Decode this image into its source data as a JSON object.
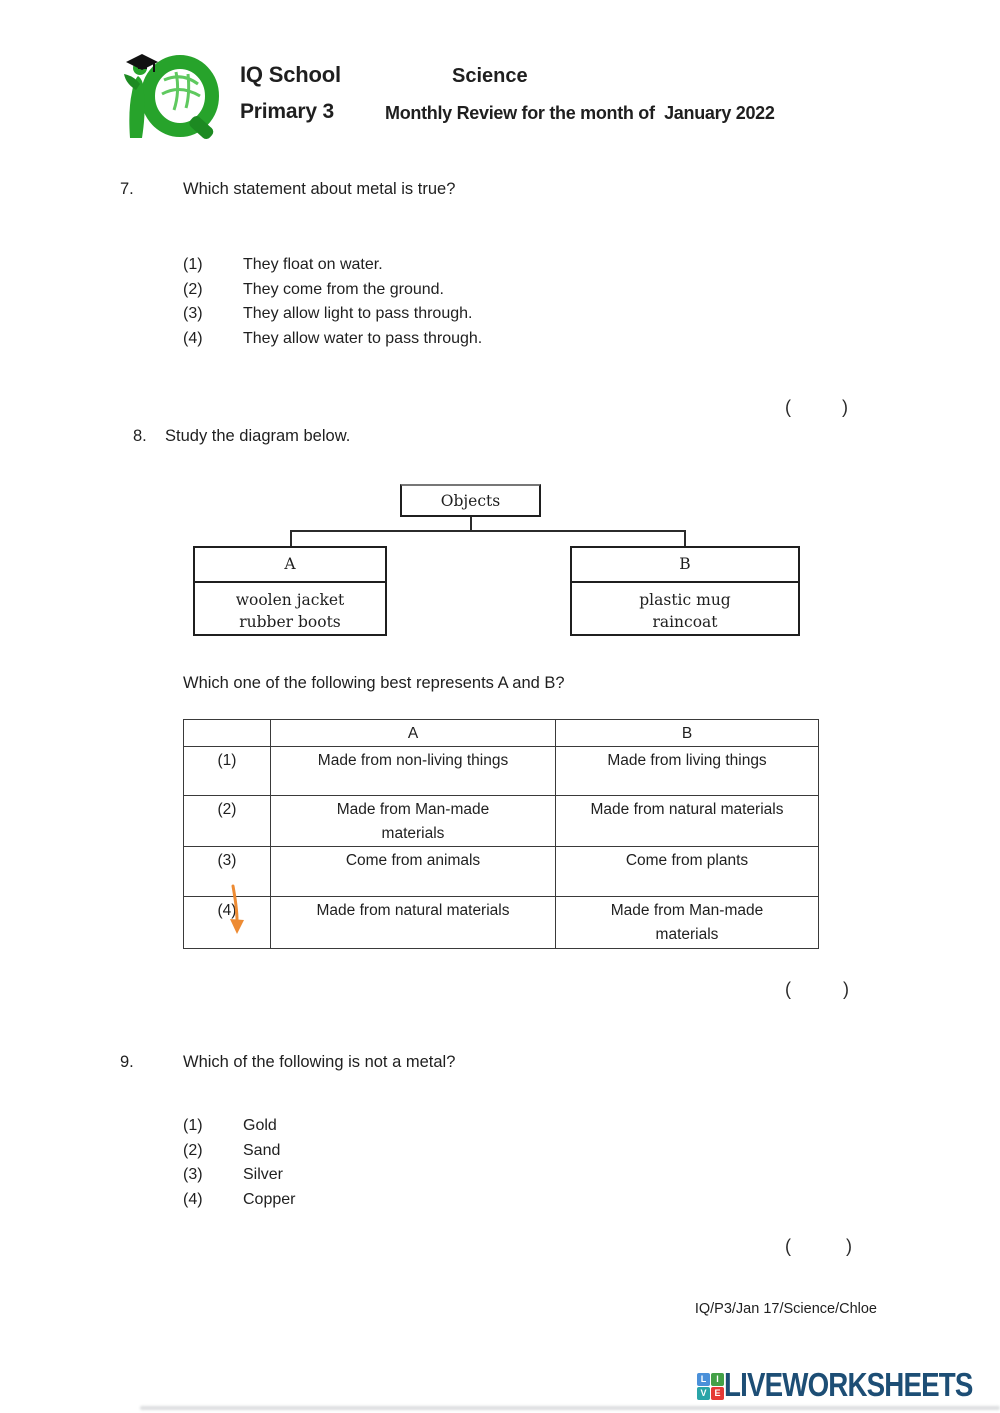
{
  "colors": {
    "text": "#1f1f1f",
    "logo_green": "#27a32b",
    "logo_green_dark": "#1d8a22",
    "arrow_orange": "#ed8b33",
    "brand_navy": "#1d4e75",
    "table_border": "#3a3a3a"
  },
  "header": {
    "school_name": "IQ School",
    "grade": "Primary 3",
    "subject": "Science",
    "review_title": "Monthly Review for the month of  January 2022"
  },
  "q7": {
    "number": "7.",
    "text": "Which statement about metal is true?",
    "options": [
      {
        "num": "(1)",
        "text": "They float on water."
      },
      {
        "num": "(2)",
        "text": "They come from the ground."
      },
      {
        "num": "(3)",
        "text": "They allow light to pass through."
      },
      {
        "num": "(4)",
        "text": "They allow water to pass through."
      }
    ],
    "bracket_open": "(",
    "bracket_close": ")"
  },
  "q8": {
    "number": "8.",
    "intro": "Study the diagram below.",
    "diagram": {
      "root_label": "Objects",
      "box_a": {
        "label": "A",
        "line1": "woolen jacket",
        "line2": "rubber boots"
      },
      "box_b": {
        "label": "B",
        "line1": "plastic mug",
        "line2": "raincoat"
      }
    },
    "question": "Which one of the following best represents A and B?",
    "table": {
      "headers": [
        "",
        "A",
        "B"
      ],
      "rows": [
        [
          "(1)",
          "Made from non-living things",
          "Made from living things"
        ],
        [
          "(2)",
          "Made from Man-made\nmaterials",
          "Made from natural materials"
        ],
        [
          "(3)",
          "Come from animals",
          "Come from plants"
        ],
        [
          "(4)",
          "Made from natural materials",
          "Made from Man-made\nmaterials"
        ]
      ]
    },
    "bracket_open": "(",
    "bracket_close": ")"
  },
  "q9": {
    "number": "9.",
    "text": "Which of the following is not a metal?",
    "options": [
      {
        "num": "(1)",
        "text": "Gold"
      },
      {
        "num": "(2)",
        "text": "Sand"
      },
      {
        "num": "(3)",
        "text": "Silver"
      },
      {
        "num": "(4)",
        "text": "Copper"
      }
    ],
    "bracket_open": "(",
    "bracket_close": ")"
  },
  "footer": {
    "reference": "IQ/P3/Jan 17/Science/Chloe",
    "brand_text": "LIVEWORKSHEETS",
    "brand_squares": [
      {
        "letter": "L",
        "color": "#4a90d9"
      },
      {
        "letter": "I",
        "color": "#43a047"
      },
      {
        "letter": "V",
        "color": "#29a5a8"
      },
      {
        "letter": "E",
        "color": "#e53935"
      }
    ]
  }
}
